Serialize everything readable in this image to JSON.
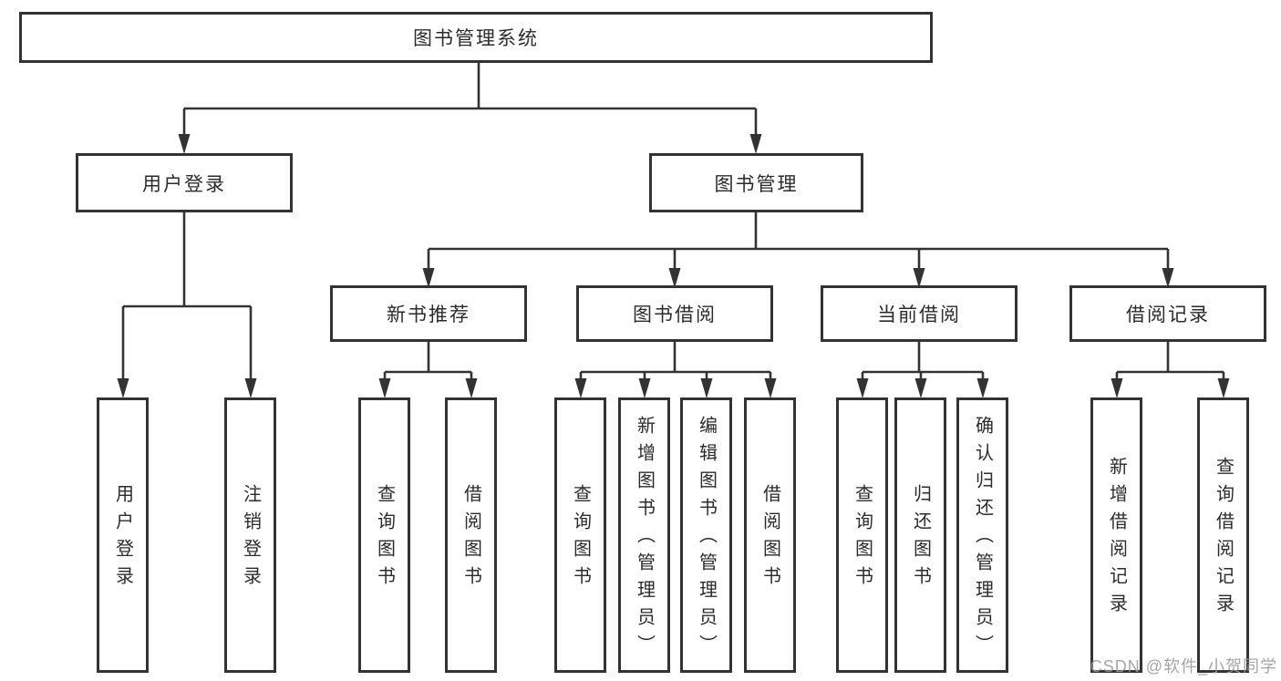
{
  "watermark": "CSDN @软件_小贺同学",
  "colors": {
    "line": "#333333",
    "text": "#2b2b2b",
    "background": "#ffffff",
    "watermark": "#9c9c9c"
  },
  "nodes": {
    "root": "图书管理系统",
    "user_login": "用户登录",
    "book_mgmt": "图书管理",
    "new_book_rec": "新书推荐",
    "book_borrow": "图书借阅",
    "current_borrow": "当前借阅",
    "borrow_records": "借阅记录",
    "ul_user_login": "用户登录",
    "ul_logout": "注销登录",
    "nb_query_books": "查询图书",
    "nb_borrow_books": "借阅图书",
    "bb_query_books": "查询图书",
    "bb_add_books_admin": "新增图书（管理员）",
    "bb_edit_books_admin": "编辑图书（管理员）",
    "bb_borrow_books": "借阅图书",
    "cb_query_books": "查询图书",
    "cb_return_books": "归还图书",
    "cb_confirm_return_admin": "确认归还（管理员）",
    "br_add_record": "新增借阅记录",
    "br_query_record": "查询借阅记录"
  },
  "hierarchy": {
    "图书管理系统": {
      "用户登录": [
        "用户登录",
        "注销登录"
      ],
      "图书管理": {
        "新书推荐": [
          "查询图书",
          "借阅图书"
        ],
        "图书借阅": [
          "查询图书",
          "新增图书（管理员）",
          "编辑图书（管理员）",
          "借阅图书"
        ],
        "当前借阅": [
          "查询图书",
          "归还图书",
          "确认归还（管理员）"
        ],
        "借阅记录": [
          "新增借阅记录",
          "查询借阅记录"
        ]
      }
    }
  }
}
